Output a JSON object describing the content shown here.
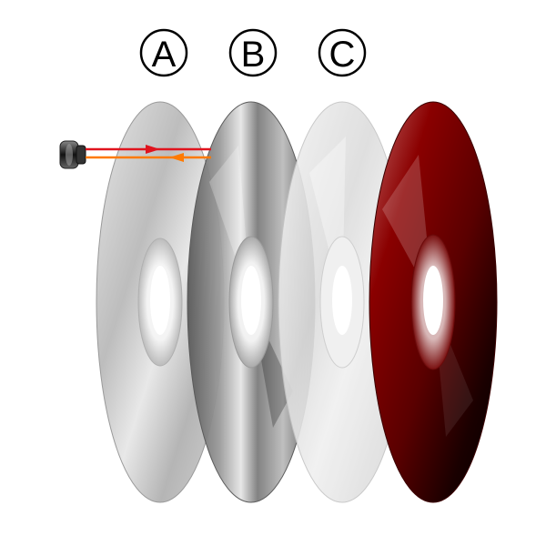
{
  "labels": {
    "a": "A",
    "b": "B",
    "c": "C"
  },
  "icons": {
    "laser": "laser-emitter-icon"
  },
  "colors": {
    "disc_a_silver": "#c8c8c8",
    "disc_b_chrome": "#6e6e6e",
    "disc_c_white": "#e4e4e4",
    "disc_d_red": "#7a0000",
    "laser_outgoing": "#e0141e",
    "laser_return": "#ff7a00",
    "background": "#ffffff"
  }
}
